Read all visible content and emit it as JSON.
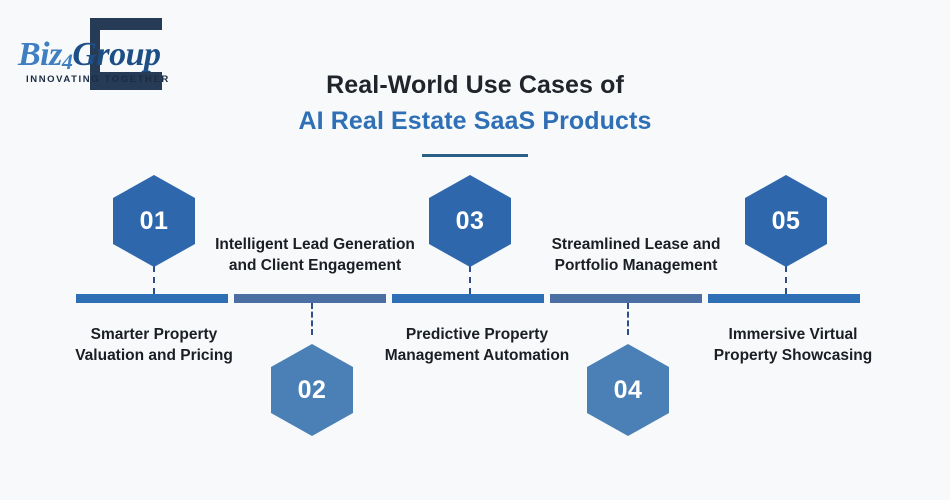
{
  "brand": {
    "name_part1": "Biz",
    "name_part2": "4",
    "name_part3": "Group",
    "tagline": "INNOVATING TOGETHER"
  },
  "heading": {
    "line1": "Real-World Use Cases of",
    "line2": "AI Real Estate SaaS Products"
  },
  "colors": {
    "background": "#f7f9fb",
    "accent_blue": "#2f6fb5",
    "hex_dark": "#2f67ad",
    "hex_light": "#4a80b5",
    "bar_primary": "#2f6fb5",
    "bar_alt": "#4b6ea3",
    "rule": "#2b5f86",
    "heading_dark": "#20242b"
  },
  "timeline": {
    "steps": [
      {
        "number": "01",
        "label": "Smarter Property\nValuation and Pricing",
        "label_line1": "Smarter Property",
        "label_line2": "Valuation and Pricing",
        "position": "above",
        "tone": "dark"
      },
      {
        "number": "02",
        "label": "Intelligent Lead Generation\nand Client Engagement",
        "label_line1": "Intelligent Lead Generation",
        "label_line2": "and Client Engagement",
        "position": "below",
        "tone": "light"
      },
      {
        "number": "03",
        "label": "Predictive Property\nManagement Automation",
        "label_line1": "Predictive Property",
        "label_line2": "Management Automation",
        "position": "above",
        "tone": "dark"
      },
      {
        "number": "04",
        "label": "Streamlined Lease and\nPortfolio Management",
        "label_line1": "Streamlined Lease and",
        "label_line2": "Portfolio Management",
        "position": "below",
        "tone": "light"
      },
      {
        "number": "05",
        "label": "Immersive Virtual\nProperty Showcasing",
        "label_line1": "Immersive Virtual",
        "label_line2": "Property Showcasing",
        "position": "above",
        "tone": "dark"
      }
    ]
  }
}
